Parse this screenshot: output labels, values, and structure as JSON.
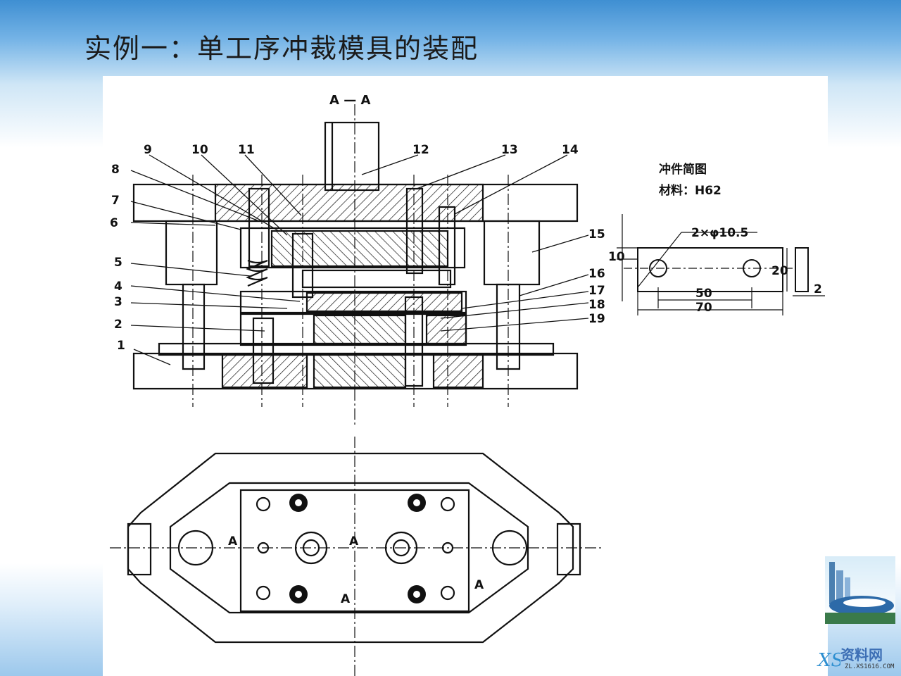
{
  "slide": {
    "title": "实例一：单工序冲裁模具的装配"
  },
  "section": {
    "label": "A — A"
  },
  "part_numbers": [
    "1",
    "2",
    "3",
    "4",
    "5",
    "6",
    "7",
    "8",
    "9",
    "10",
    "11",
    "12",
    "13",
    "14",
    "15",
    "16",
    "17",
    "18",
    "19"
  ],
  "part_sketch": {
    "heading": "冲件简图",
    "material": "材料：H62",
    "hole_callout": "2×φ10.5",
    "dim_height_small": "10",
    "dim_height": "20",
    "dim_pitch": "50",
    "dim_length": "70",
    "dim_thickness": "2"
  },
  "plan_view": {
    "section_marks": [
      "A",
      "A",
      "A",
      "A"
    ]
  },
  "watermark": {
    "brand": "资料网",
    "url": "ZL.XS1616.COM"
  },
  "colors": {
    "header_blue": "#3f8fd2",
    "line": "#111111",
    "watermark_blue": "#3d6fb5"
  }
}
